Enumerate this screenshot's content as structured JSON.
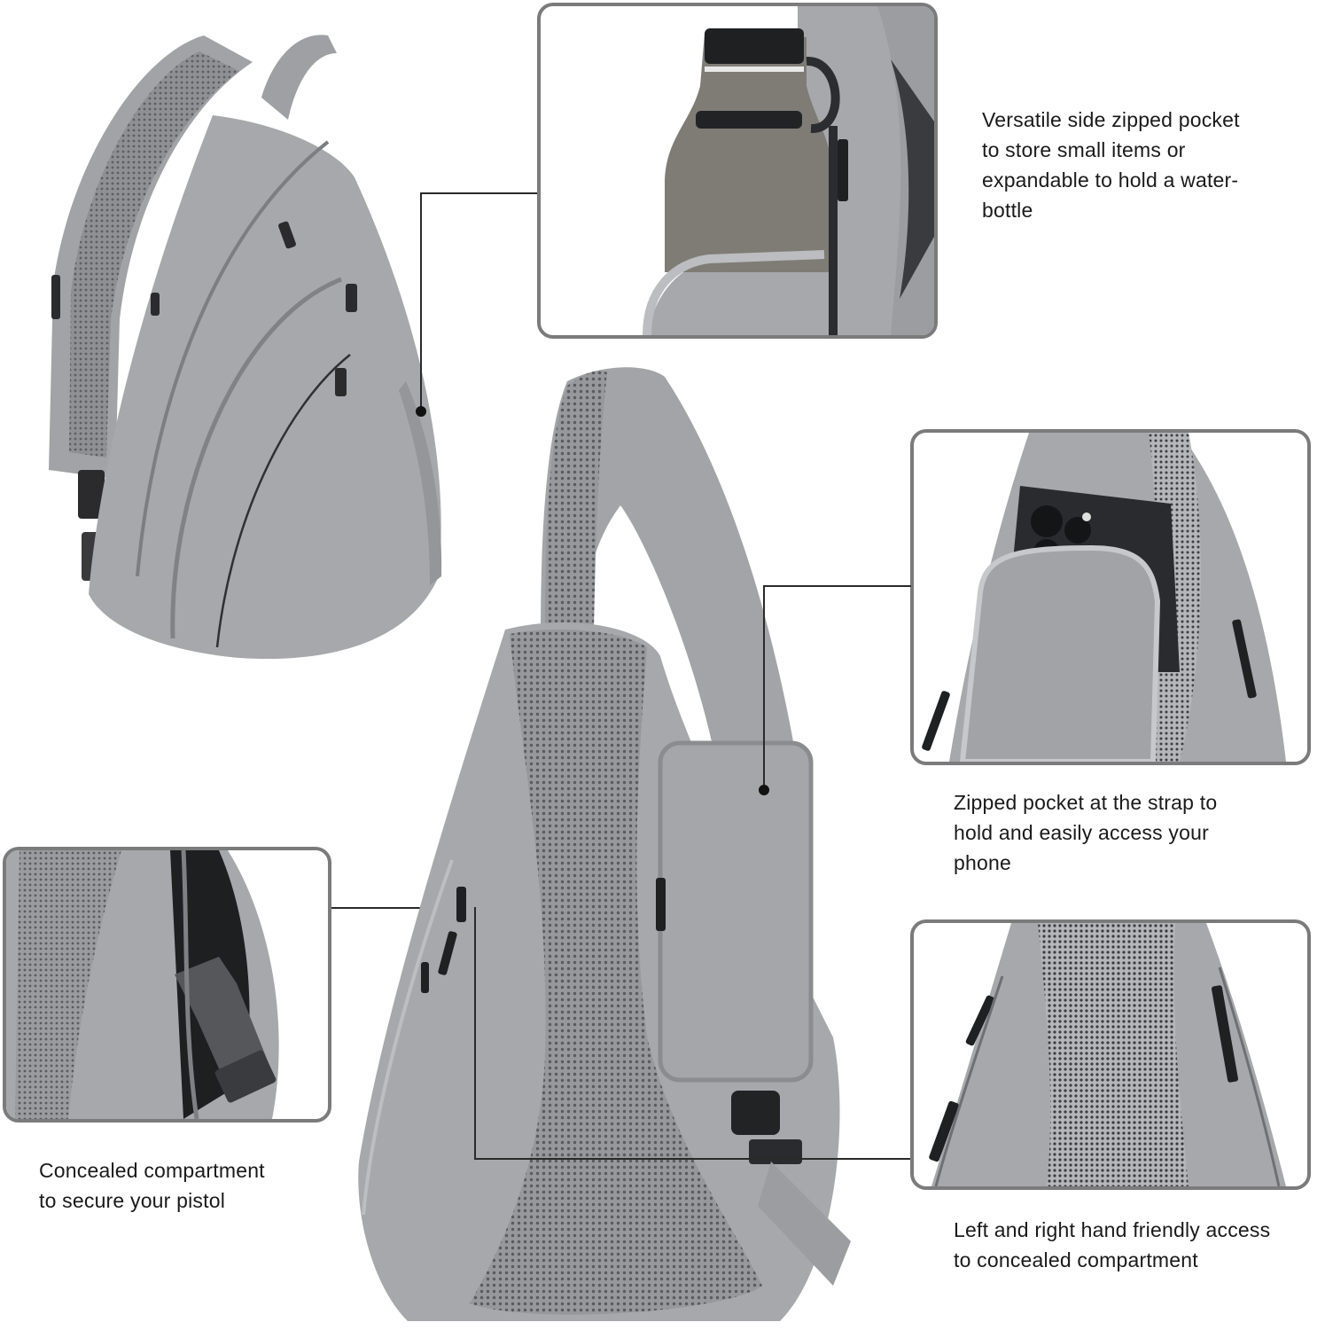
{
  "page": {
    "title": "Sling bag feature callouts",
    "background": "#ffffff"
  },
  "colors": {
    "fabric": "#a7a8ac",
    "fabric_dark": "#8e8f93",
    "mesh": "#9a9b9e",
    "mesh_dot": "#5c5d60",
    "zipper": "#2b2b2d",
    "frame_border": "#7b7b7b",
    "connector": "#2a2a2a",
    "bottle": "#7d7a74",
    "phone": "#2a2b2e"
  },
  "callouts": [
    {
      "id": "water-bottle-pocket",
      "text": "Versatile side zipped pocket\nto store small items or\nexpandable to hold a water-\nbottle",
      "image_subject": "water bottle in side pocket"
    },
    {
      "id": "strap-phone-pocket",
      "text": "Zipped pocket at the strap to\nhold and easily access your\n phone",
      "image_subject": "phone in strap pocket"
    },
    {
      "id": "concealed-pistol",
      "text": "Concealed compartment\nto secure your pistol",
      "image_subject": "pistol in concealed compartment"
    },
    {
      "id": "ambidextrous-access",
      "text": "Left and right hand friendly access\nto concealed compartment",
      "image_subject": "zippers on both sides of back panel"
    }
  ],
  "products": [
    {
      "id": "front-view",
      "subject": "sling bag front view"
    },
    {
      "id": "back-view",
      "subject": "sling bag back view with mesh panel"
    }
  ]
}
